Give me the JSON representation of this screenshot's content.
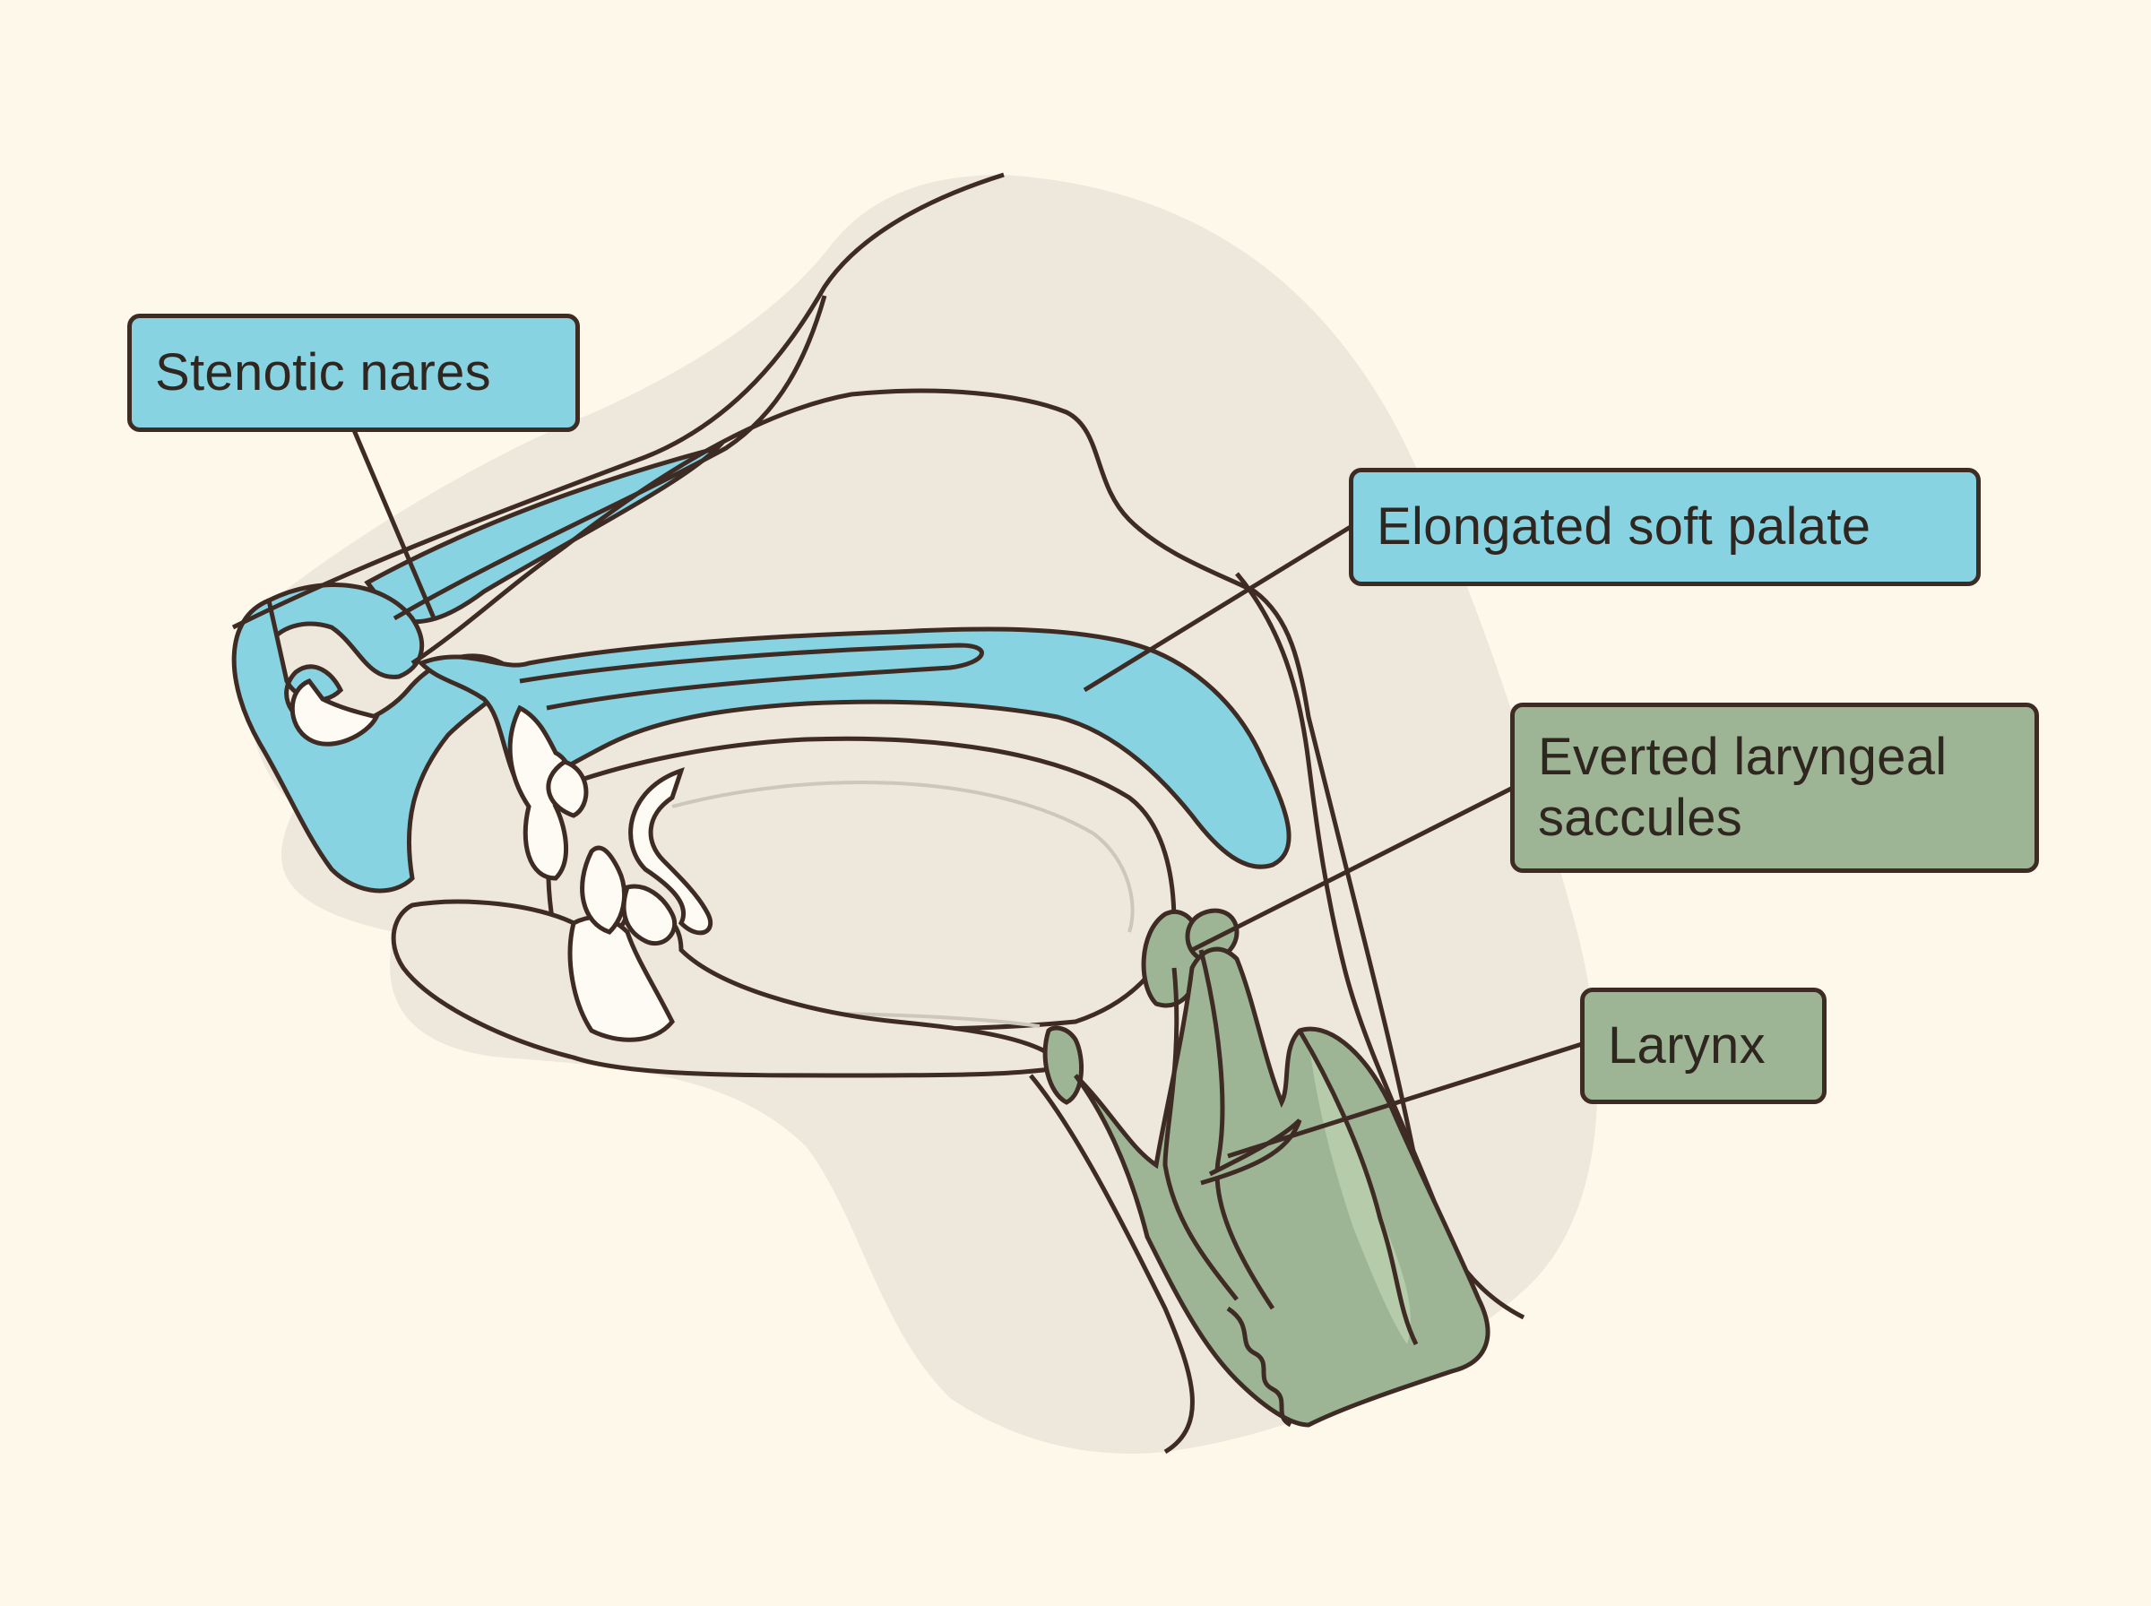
{
  "labels": {
    "stenotic_nares": "Stenotic nares",
    "elongated_soft_palate": "Elongated soft palate",
    "everted_laryngeal_saccules": "Everted laryngeal\nsaccules",
    "larynx": "Larynx"
  },
  "colors": {
    "background": "#fdf8ea",
    "head_silhouette": "#ede7dc",
    "airway_blue": "#87d3e2",
    "larynx_green": "#9db595",
    "larynx_light_green": "#b6cbaa",
    "outline": "#3d2b24",
    "interior_white": "#fdfbf4"
  }
}
